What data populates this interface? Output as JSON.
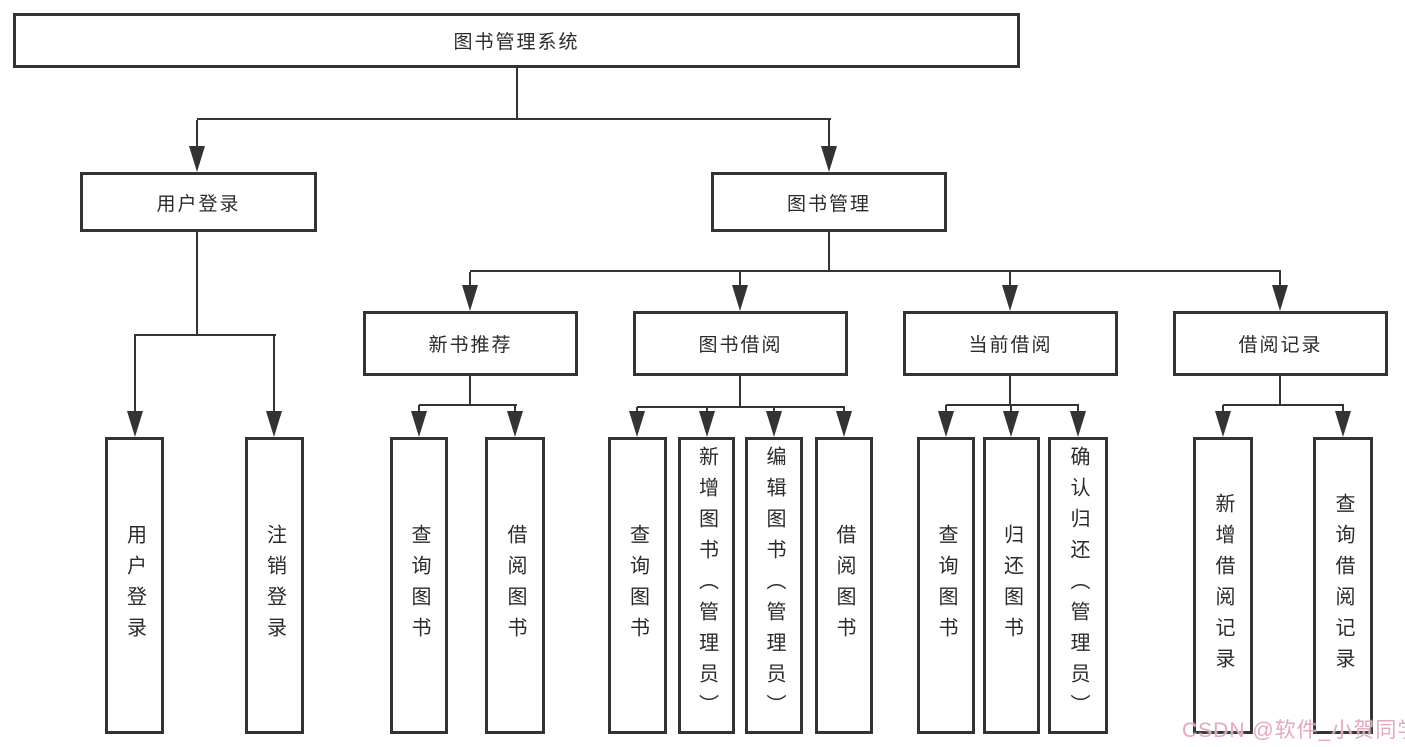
{
  "tree": {
    "root": {
      "label": "图书管理系统"
    },
    "branches": [
      {
        "label": "用户登录",
        "children": [
          {
            "label": "用户登录"
          },
          {
            "label": "注销登录"
          }
        ]
      },
      {
        "label": "图书管理",
        "children": [
          {
            "label": "新书推荐",
            "children": [
              {
                "label": "查询图书"
              },
              {
                "label": "借阅图书"
              }
            ]
          },
          {
            "label": "图书借阅",
            "children": [
              {
                "label": "查询图书"
              },
              {
                "label": "新增图书（管理员）"
              },
              {
                "label": "编辑图书（管理员）"
              },
              {
                "label": "借阅图书"
              }
            ]
          },
          {
            "label": "当前借阅",
            "children": [
              {
                "label": "查询图书"
              },
              {
                "label": "归还图书"
              },
              {
                "label": "确认归还（管理员）"
              }
            ]
          },
          {
            "label": "借阅记录",
            "children": [
              {
                "label": "新增借阅记录"
              },
              {
                "label": "查询借阅记录"
              }
            ]
          }
        ]
      }
    ]
  },
  "watermark": {
    "text": "CSDN @软件_小贺同学"
  },
  "colors": {
    "line": "#333333",
    "text": "#2b2b2b",
    "background": "#ffffff",
    "watermark": "#e4a9ba"
  }
}
